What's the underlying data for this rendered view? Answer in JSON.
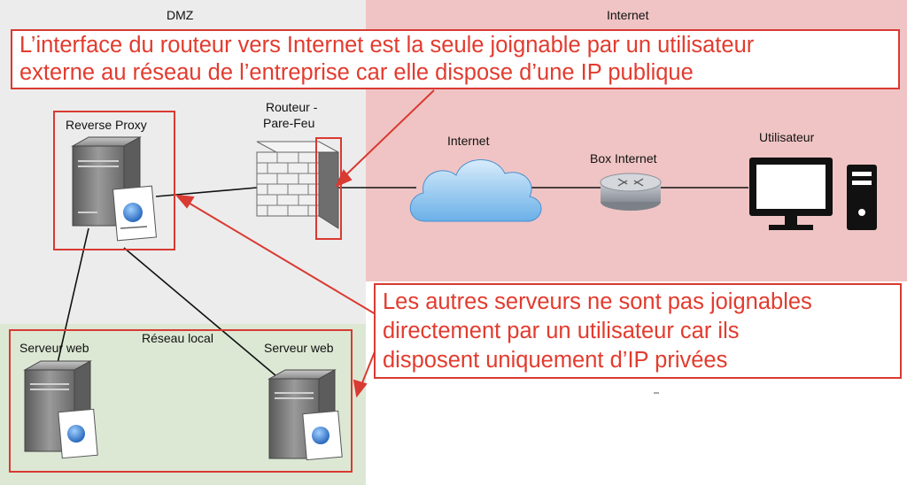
{
  "zones": {
    "dmz": "DMZ",
    "internet": "Internet",
    "lan": "Réseau local"
  },
  "nodes": {
    "reverse_proxy": "Reverse Proxy",
    "router_line1": "Routeur -",
    "router_line2": "Pare-Feu",
    "internet_cloud": "Internet",
    "box": "Box Internet",
    "user": "Utilisateur",
    "web1": "Serveur web",
    "web2": "Serveur web"
  },
  "annotations": {
    "top_line1": "L’interface du routeur vers Internet est la seule joignable par un utilisateur",
    "top_line2": "externe au réseau de l’entreprise car elle dispose d’une IP publique",
    "bottom_line1": "Les autres serveurs ne sont pas joignables",
    "bottom_line2": "directement par un utilisateur car ils",
    "bottom_line3": "disposent uniquement d’IP privées"
  },
  "colors": {
    "dmz_bg": "#ececec",
    "internet_bg": "#f0c4c4",
    "lan_bg": "#dce8d4",
    "annotation_red": "#e23b2e"
  },
  "icons": [
    "server-icon",
    "firewall-icon",
    "cloud-icon",
    "router-icon",
    "monitor-icon",
    "pc-tower-icon",
    "globe-document-icon"
  ]
}
